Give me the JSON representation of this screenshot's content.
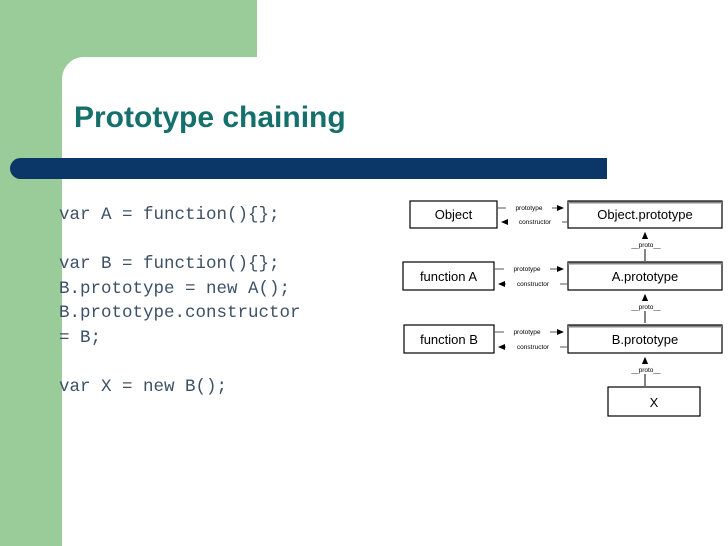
{
  "slide": {
    "title": "Prototype chaining",
    "colors": {
      "accent_green": "#99cc99",
      "accent_navy": "#0b3668",
      "title_teal": "#15706b",
      "code_text": "#3d5166",
      "background": "#ffffff",
      "diagram_stroke": "#000000"
    }
  },
  "code": {
    "lines": [
      "var A = function(){};",
      "",
      "var B = function(){};",
      "B.prototype = new A();",
      "B.prototype.constructor",
      "= B;",
      "",
      "var X = new B();"
    ],
    "text": "var A = function(){};\n\nvar B = function(){};\nB.prototype = new A();\nB.prototype.constructor\n= B;\n\nvar X = new B();"
  },
  "diagram": {
    "type": "prototype-chain",
    "nodes": {
      "object": "Object",
      "object_prototype": "Object.prototype",
      "function_a": "function A",
      "a_prototype": "A.prototype",
      "function_b": "function B",
      "b_prototype": "B.prototype",
      "instance_x": "X"
    },
    "edge_labels": {
      "prototype": "prototype",
      "constructor": "constructor",
      "proto": "__proto__"
    },
    "edges": [
      {
        "from": "Object",
        "to": "Object.prototype",
        "label": "prototype"
      },
      {
        "from": "Object.prototype",
        "to": "Object",
        "label": "constructor"
      },
      {
        "from": "function A",
        "to": "A.prototype",
        "label": "prototype"
      },
      {
        "from": "A.prototype",
        "to": "function A",
        "label": "constructor"
      },
      {
        "from": "function B",
        "to": "B.prototype",
        "label": "prototype"
      },
      {
        "from": "B.prototype",
        "to": "function B",
        "label": "constructor"
      },
      {
        "from": "A.prototype",
        "to": "Object.prototype",
        "label": "__proto__"
      },
      {
        "from": "B.prototype",
        "to": "A.prototype",
        "label": "__proto__"
      },
      {
        "from": "X",
        "to": "B.prototype",
        "label": "__proto__"
      }
    ]
  }
}
